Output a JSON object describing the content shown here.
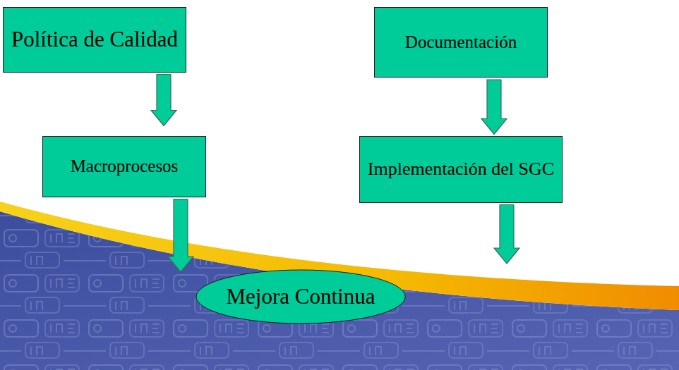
{
  "diagram": {
    "nodes": [
      {
        "text": [
          "Política de Calidad"
        ]
      },
      {
        "text": [
          "Documentación"
        ]
      },
      {
        "text": [
          "Macroprocesos"
        ]
      },
      {
        "text": [
          "Implementación del SGC"
        ]
      },
      {
        "text": [
          "Mejora Continua"
        ]
      }
    ],
    "edges": [
      {
        "from": 0,
        "to": 2,
        "arrow": "to"
      },
      {
        "from": 1,
        "to": 3,
        "arrow": "to"
      },
      {
        "from": 2,
        "to": 4,
        "arrow": "to"
      },
      {
        "from": 3,
        "to": 4,
        "arrow": "to"
      }
    ]
  }
}
